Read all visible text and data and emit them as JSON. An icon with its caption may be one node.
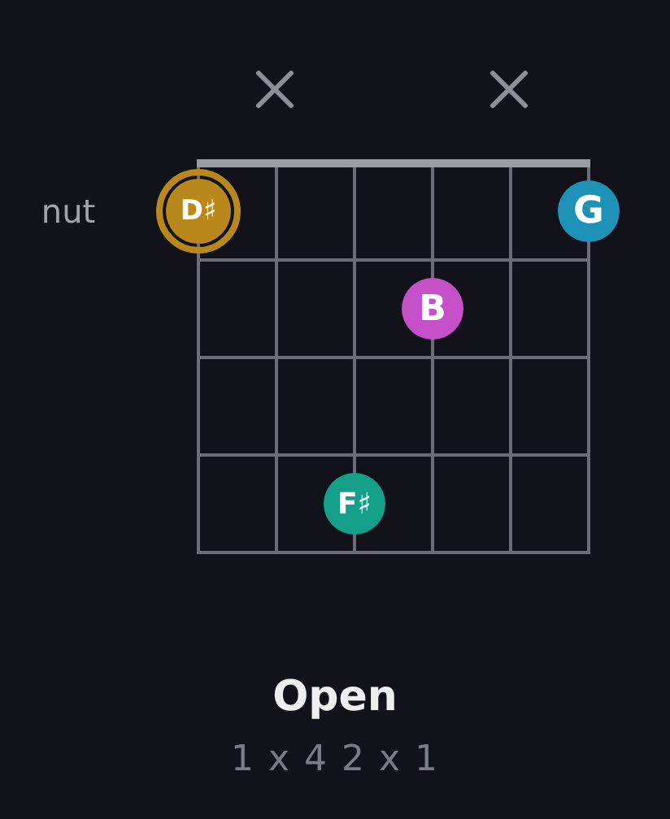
{
  "diagram": {
    "title": "Open",
    "nodes": [
      {
        "text": [
          "D♯"
        ]
      },
      {
        "text": [
          "G"
        ]
      },
      {
        "text": [
          "B"
        ]
      },
      {
        "text": [
          "F♯"
        ]
      }
    ],
    "labels": [
      "nut",
      "1 x 4 2 x 1"
    ]
  }
}
